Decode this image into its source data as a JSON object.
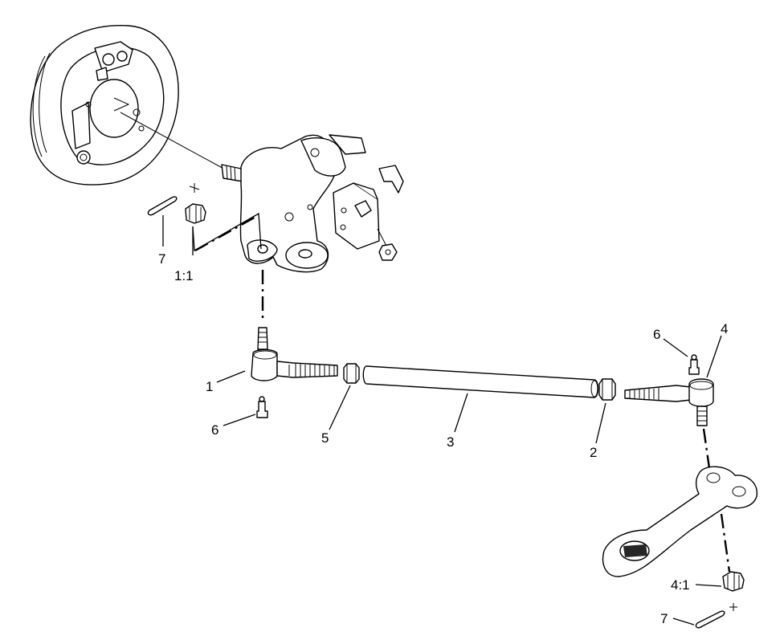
{
  "callouts": {
    "c1": "1",
    "c1_1": "1:1",
    "c2": "2",
    "c3": "3",
    "c4": "4",
    "c4_1": "4:1",
    "c5": "5",
    "c6_left": "6",
    "c6_right": "6",
    "c7_top": "7",
    "c7_bottom": "7"
  },
  "colors": {
    "line": "#000000",
    "background": "#ffffff"
  }
}
